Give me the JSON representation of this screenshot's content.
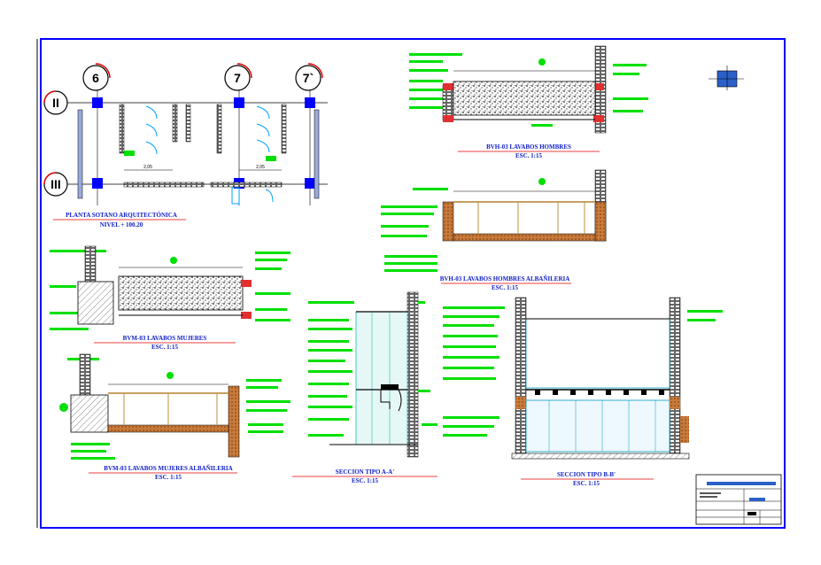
{
  "sheet": {
    "border_color": "#0000ff",
    "note_color": "#00e000",
    "title_color": "#1020c8",
    "underline_color": "#e00000"
  },
  "grid_axes": {
    "columns": [
      "6",
      "7",
      "7`"
    ],
    "rows": [
      "II",
      "III"
    ]
  },
  "dimensions": {
    "plan_width_1": "2,05",
    "plan_width_2": "2,05"
  },
  "drawings": {
    "plan": {
      "title": "PLANTA SOTANO ARQUITECTÓNICA",
      "subtitle": "NIVEL + 100.20"
    },
    "bvh03": {
      "title": "BVH-03 LAVABOS HOMBRES",
      "scale": "ESC. 1:15"
    },
    "bvh03a": {
      "title": "BVH-03 LAVABOS HOMBRES ALBAÑILERIA",
      "scale": "ESC. 1:15"
    },
    "bvm03": {
      "title": "BVM-03 LAVABOS MUJERES",
      "scale": "ESC. 1:15"
    },
    "bvm03a": {
      "title": "BVM-03 LAVABOS MUJERES ALBAÑILERIA",
      "scale": "ESC. 1:15"
    },
    "seca": {
      "title": "SECCION TIPO A-A'",
      "scale": "ESC. 1:15"
    },
    "secb": {
      "title": "SECCION TIPO B-B'",
      "scale": "ESC. 1:15"
    }
  }
}
